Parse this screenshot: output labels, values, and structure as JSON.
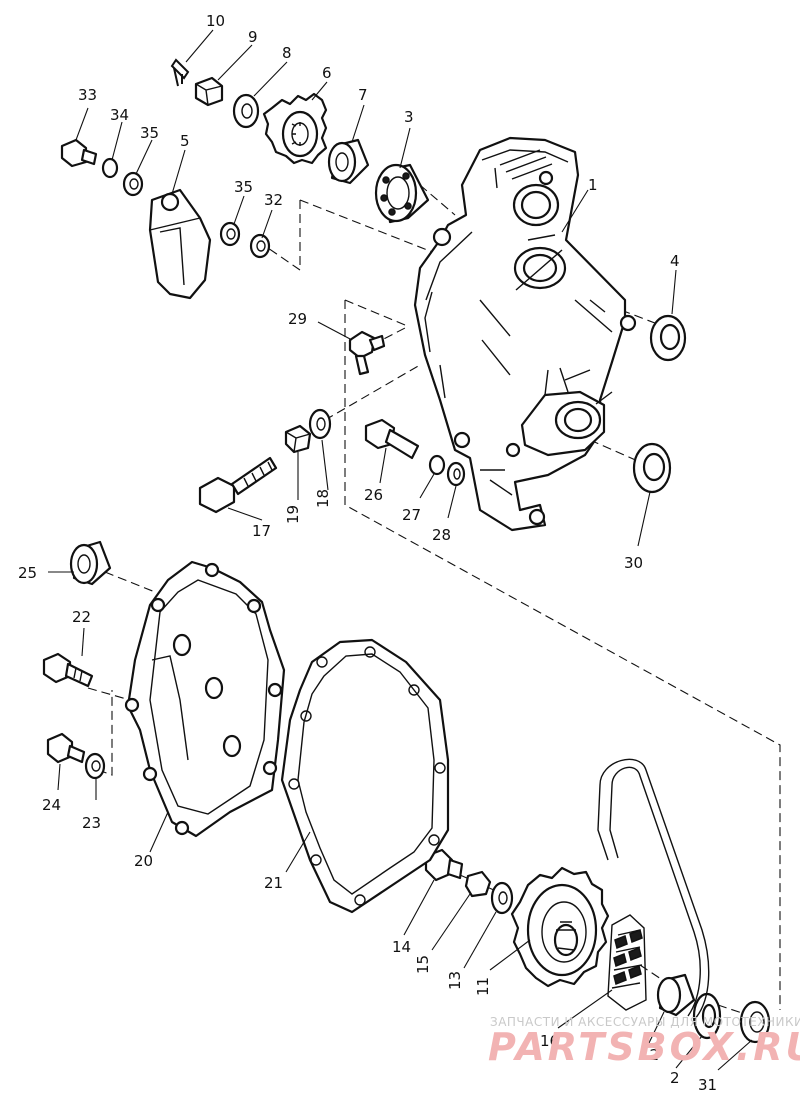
{
  "diagram": {
    "callouts": {
      "p1": "1",
      "p2": "2",
      "p3": "3",
      "p4": "4",
      "p5": "5",
      "p6": "6",
      "p7": "7",
      "p8": "8",
      "p9": "9",
      "p10": "10",
      "p11": "11",
      "p12": "12",
      "p13": "13",
      "p14": "14",
      "p15": "15",
      "p16": "16",
      "p17": "17",
      "p18": "18",
      "p19": "19",
      "p20": "20",
      "p21": "21",
      "p22": "22",
      "p23": "23",
      "p24": "24",
      "p25": "25",
      "p26": "26",
      "p27": "27",
      "p28": "28",
      "p29": "29",
      "p30": "30",
      "p31": "31",
      "p32": "32",
      "p33": "33",
      "p34": "34",
      "p35a": "35",
      "p35b": "35"
    }
  },
  "watermark": {
    "tagline": "ЗАПЧАСТИ И АКСЕССУАРЫ ДЛЯ МОТОТЕХНИКИ",
    "brand": "PARTSBOX.RU",
    "color": "#f2b3b3"
  }
}
